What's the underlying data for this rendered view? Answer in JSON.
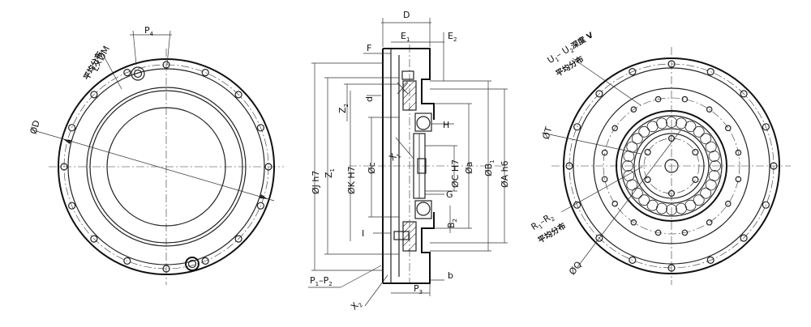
{
  "labels": {
    "lm": "L×ØM",
    "p4": "P",
    "p4_sub": "4",
    "even_left": "平均分布",
    "od": "ØD",
    "d": "D",
    "e1": "E",
    "e1_sub": "1",
    "e2": "E",
    "e2_sub": "2",
    "f": "F",
    "z2": "Z",
    "z2_sub": "2",
    "z1": "Z",
    "z1_sub": "1",
    "dj": "ØJ h7",
    "dk": "ØK H7",
    "dc_small": "Øc",
    "d_small": "d",
    "h": "H",
    "x1": "X",
    "x1_sub": "1",
    "dc_big": "ØC H7",
    "da_small": "Øa",
    "db1": "ØB",
    "db1_sub": "1",
    "da_big": "ØA h6",
    "g": "G",
    "b2": "B",
    "b2_sub": "2",
    "i": "I",
    "p1p2": "P",
    "p1_sub": "1",
    "p1_dash": "–P",
    "p2_sub": "2",
    "x2": "X",
    "x2_sub": "2",
    "p3": "P",
    "p3_sub": "3",
    "b_small": "b",
    "u_u": "U",
    "u1_sub": "1",
    "u_dash": "– U",
    "u2_sub": "2",
    "u_depth": "深度 V",
    "even_right_top": "平均分布",
    "ot": "ØT",
    "r1r2": "R",
    "r1_sub": "1",
    "r_dash": "–R",
    "r2_sub": "2",
    "even_right_bottom": "平均分布",
    "oq": "ØQ"
  }
}
